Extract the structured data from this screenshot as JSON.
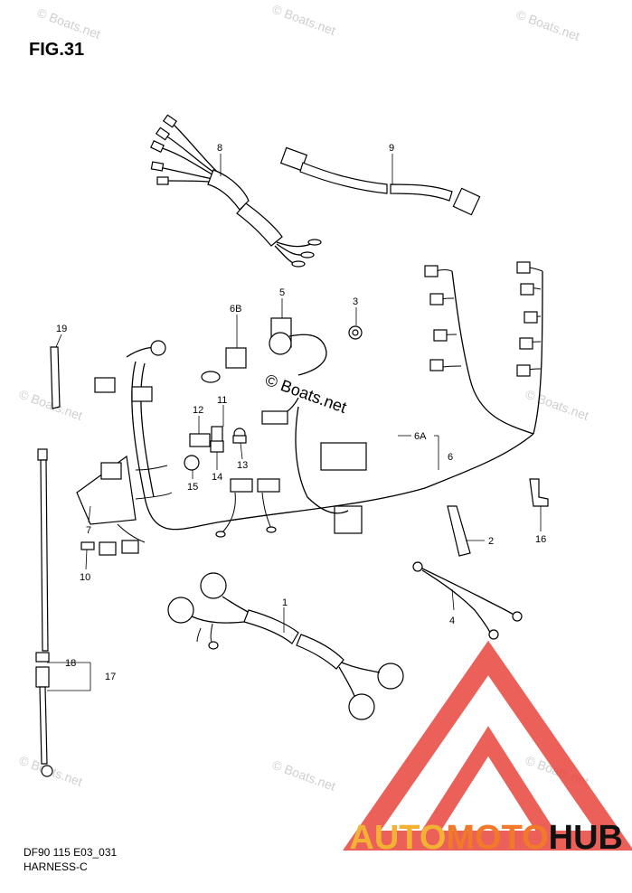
{
  "figure_label": "FIG.31",
  "diagram_code": "DF90 115 E03_031",
  "diagram_title": "HARNESS-C",
  "watermark_text": "© Boats.net",
  "brand": {
    "part1": "AUTO",
    "part2": "MOTO",
    "part3": "HUB",
    "colors": {
      "auto": "#f3b233",
      "moto": "#f07a2a",
      "hub": "#111111",
      "logo": "#e8453c"
    }
  },
  "callouts": [
    "1",
    "2",
    "3",
    "4",
    "5",
    "6",
    "6A",
    "6B",
    "7",
    "8",
    "9",
    "10",
    "11",
    "12",
    "13",
    "14",
    "15",
    "16",
    "17",
    "18",
    "19"
  ]
}
